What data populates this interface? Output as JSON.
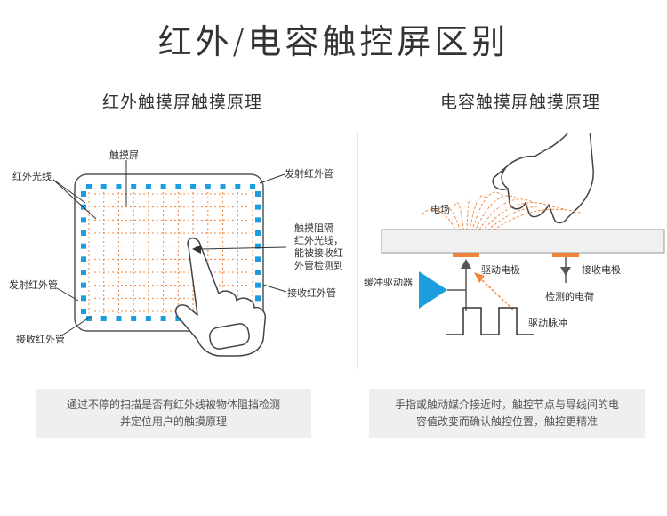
{
  "title": "红外/电容触控屏区别",
  "infrared": {
    "subtitle": "红外触摸屏触摸原理",
    "labels": {
      "screen": "触摸屏",
      "ir_line": "红外光线",
      "emitter_top": "发射红外管",
      "block_l1": "触摸阻隔",
      "block_l2": "红外光线，",
      "block_l3": "能被接收红",
      "block_l4": "外管检测到",
      "receiver_right": "接收红外管",
      "emitter_left": "发射红外管",
      "receiver_bottom": "接收红外管"
    },
    "caption_l1": "通过不停的扫描是否有红外线被物体阻挡检测",
    "caption_l2": "并定位用户的触摸原理"
  },
  "capacitive": {
    "subtitle": "电容触摸屏触摸原理",
    "labels": {
      "field": "电场",
      "drive_electrode": "驱动电极",
      "receive_electrode": "接收电极",
      "buffer_driver": "缓冲驱动器",
      "detected_charge": "检测的电荷",
      "drive_pulse": "驱动脉冲"
    },
    "caption_l1": "手指或触动媒介接近时，触控节点与导线间的电",
    "caption_l2": "容值改变而确认触控位置，触控更精准"
  },
  "colors": {
    "blue": "#1a9ee0",
    "orange": "#f0843a",
    "dark": "#333333"
  }
}
